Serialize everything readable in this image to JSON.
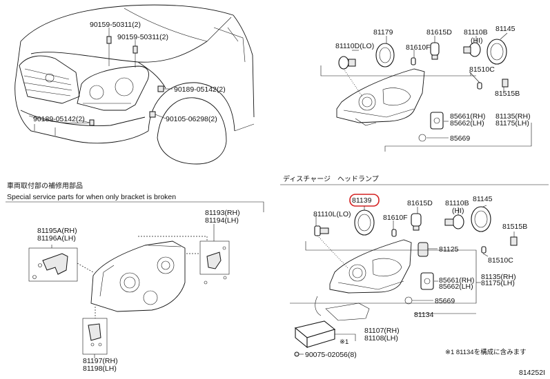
{
  "top_left": {
    "labels": [
      "90159-50311(2)",
      "90159-50311(2)",
      "90189-05142(2)",
      "90189-05142(2)",
      "90105-06298(2)"
    ]
  },
  "top_right": {
    "labels": [
      "81179",
      "81615D",
      "81110B",
      "(HI)",
      "81145",
      "81110D(LO)",
      "81610F",
      "81510C",
      "81515B",
      "85661(RH)",
      "85662(LH)",
      "81135(RH)",
      "81175(LH)",
      "85669"
    ]
  },
  "bottom_left": {
    "title_jp": "車両取付部の補修用部品",
    "title_en": "Special service parts for when only bracket is broken",
    "labels": [
      "81195A(RH)",
      "81196A(LH)",
      "81193(RH)",
      "81194(LH)",
      "81197(RH)",
      "81198(LH)"
    ]
  },
  "bottom_right": {
    "title_jp": "ディスチャージ　ヘッドランプ",
    "highlight_label": "81139",
    "highlight_color": "#d42020",
    "labels": [
      "81110L(LO)",
      "81615D",
      "81110B",
      "(HI)",
      "81145",
      "81610F",
      "81515B",
      "81125",
      "81510C",
      "85661(RH)",
      "85662(LH)",
      "81135(RH)",
      "81175(LH)",
      "85669",
      "81134",
      "81107(RH)",
      "81108(LH)",
      "※1",
      "90075-02056(8)"
    ],
    "note": "※1 81134を構成に含みます"
  },
  "figure_code": "814252I",
  "icons": [
    "bolt-icon",
    "bulb-icon",
    "socket-icon",
    "gasket-icon",
    "headlamp-assembly-icon",
    "ballast-icon",
    "bracket-icon"
  ]
}
